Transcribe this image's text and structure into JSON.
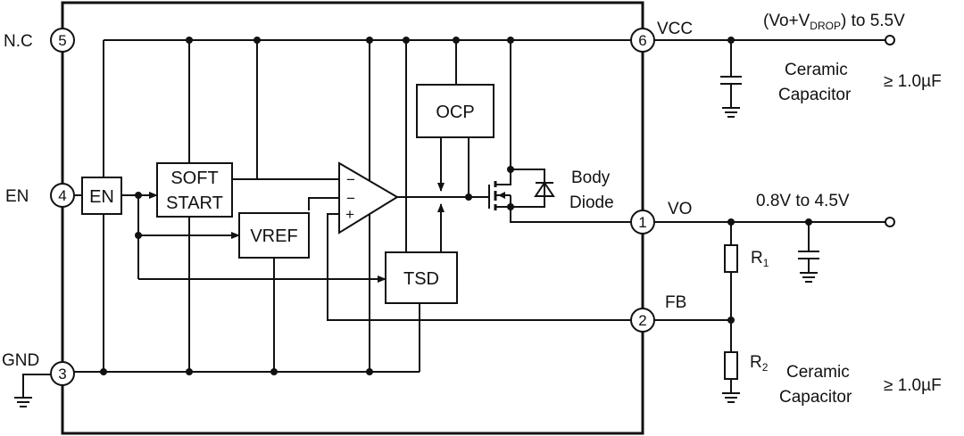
{
  "pins": {
    "nc": {
      "number": "5",
      "label": "N.C"
    },
    "en": {
      "number": "4",
      "label": "EN"
    },
    "gnd": {
      "number": "3",
      "label": "GND"
    },
    "vcc": {
      "number": "6",
      "label": "VCC"
    },
    "vo": {
      "number": "1",
      "label": "VO"
    },
    "fb": {
      "number": "2",
      "label": "FB"
    }
  },
  "blocks": {
    "en": "EN",
    "soft_start_line1": "SOFT",
    "soft_start_line2": "START",
    "vref": "VREF",
    "ocp": "OCP",
    "tsd": "TSD",
    "opamp_minus1": "−",
    "opamp_minus2": "−",
    "opamp_plus": "+",
    "body_diode_line1": "Body",
    "body_diode_line2": "Diode"
  },
  "external": {
    "vcc_range_prefix": "(Vo+V",
    "vcc_range_sub": "DROP",
    "vcc_range_suffix": ") to 5.5V",
    "vo_range": "0.8V to 4.5V",
    "input_cap_line1": "Ceramic",
    "input_cap_line2": "Capacitor",
    "input_cap_value": "≥ 1.0µF",
    "output_cap_line1": "Ceramic",
    "output_cap_line2": "Capacitor",
    "output_cap_value": "≥  1.0µF",
    "r1_main": "R",
    "r1_sub": "1",
    "r2_main": "R",
    "r2_sub": "2"
  }
}
